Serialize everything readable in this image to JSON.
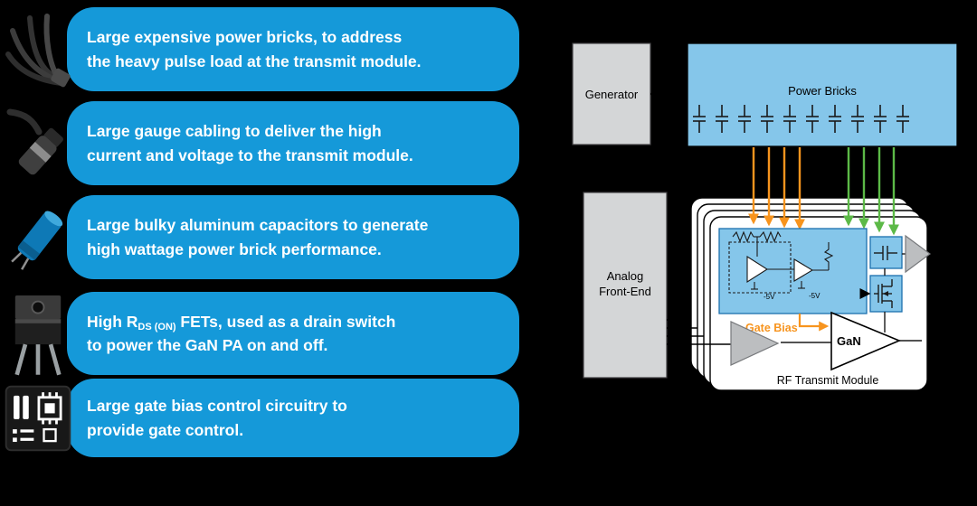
{
  "callouts": [
    {
      "lines": [
        "Large expensive power bricks, to address",
        "the heavy pulse load at the transmit module."
      ]
    },
    {
      "lines": [
        "Large gauge cabling to deliver the high",
        "current and voltage to the transmit module."
      ]
    },
    {
      "lines": [
        "Large bulky aluminum capacitors to generate",
        "high wattage power brick performance."
      ]
    },
    {
      "line1_pre": "High R",
      "line1_sub": "DS (ON)",
      "line1_post": " FETs, used as a drain switch",
      "line2": "to power the GaN PA on and off."
    },
    {
      "lines": [
        "Large gate bias control circuitry to",
        "provide gate control."
      ]
    }
  ],
  "diagram": {
    "generator_label": "Generator",
    "power_bricks_label": "Power Bricks",
    "afe_line1": "Analog",
    "afe_line2": "Front-End",
    "rf_module_label": "RF Transmit Module",
    "gate_bias_label": "Gate Bias",
    "gan_label": "GaN",
    "neg5v_label": "-5V"
  },
  "colors": {
    "background": "#000000",
    "callout_blue": "#1599D9",
    "box_blue": "#85C6EA",
    "box_gray": "#D4D6D7",
    "orange": "#F7941E",
    "green": "#5CB947",
    "card_white": "#FFFFFF"
  }
}
